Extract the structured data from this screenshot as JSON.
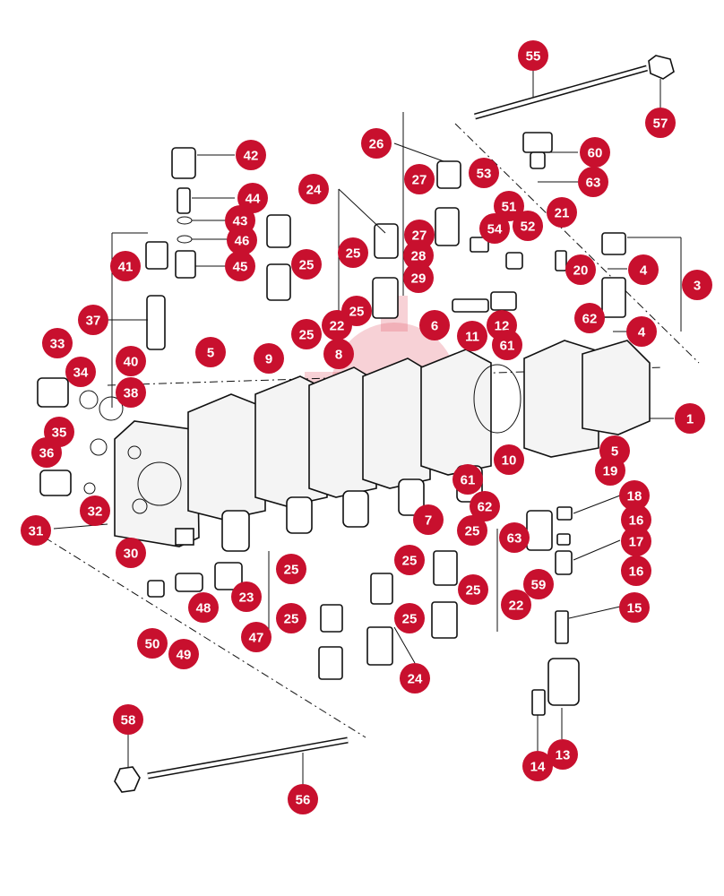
{
  "badge_color": "#c8102e",
  "callouts": [
    {
      "id": "55",
      "label": "55"
    },
    {
      "id": "57",
      "label": "57"
    },
    {
      "id": "60",
      "label": "60"
    },
    {
      "id": "63a",
      "label": "63"
    },
    {
      "id": "26",
      "label": "26"
    },
    {
      "id": "42",
      "label": "42"
    },
    {
      "id": "27a",
      "label": "27"
    },
    {
      "id": "53",
      "label": "53"
    },
    {
      "id": "24a",
      "label": "24"
    },
    {
      "id": "44",
      "label": "44"
    },
    {
      "id": "51",
      "label": "51"
    },
    {
      "id": "21",
      "label": "21"
    },
    {
      "id": "43",
      "label": "43"
    },
    {
      "id": "54",
      "label": "54"
    },
    {
      "id": "52",
      "label": "52"
    },
    {
      "id": "27b",
      "label": "27"
    },
    {
      "id": "46",
      "label": "46"
    },
    {
      "id": "25a",
      "label": "25"
    },
    {
      "id": "28",
      "label": "28"
    },
    {
      "id": "41",
      "label": "41"
    },
    {
      "id": "45",
      "label": "45"
    },
    {
      "id": "25b",
      "label": "25"
    },
    {
      "id": "20",
      "label": "20"
    },
    {
      "id": "4a",
      "label": "4"
    },
    {
      "id": "3",
      "label": "3"
    },
    {
      "id": "29",
      "label": "29"
    },
    {
      "id": "25c",
      "label": "25"
    },
    {
      "id": "22a",
      "label": "22"
    },
    {
      "id": "12",
      "label": "12"
    },
    {
      "id": "62a",
      "label": "62"
    },
    {
      "id": "37",
      "label": "37"
    },
    {
      "id": "25d",
      "label": "25"
    },
    {
      "id": "6",
      "label": "6"
    },
    {
      "id": "11",
      "label": "11"
    },
    {
      "id": "4b",
      "label": "4"
    },
    {
      "id": "33",
      "label": "33"
    },
    {
      "id": "61a",
      "label": "61"
    },
    {
      "id": "5a",
      "label": "5"
    },
    {
      "id": "8",
      "label": "8"
    },
    {
      "id": "9",
      "label": "9"
    },
    {
      "id": "40",
      "label": "40"
    },
    {
      "id": "34",
      "label": "34"
    },
    {
      "id": "38",
      "label": "38"
    },
    {
      "id": "1",
      "label": "1"
    },
    {
      "id": "35",
      "label": "35"
    },
    {
      "id": "5b",
      "label": "5"
    },
    {
      "id": "36",
      "label": "36"
    },
    {
      "id": "10",
      "label": "10"
    },
    {
      "id": "19",
      "label": "19"
    },
    {
      "id": "61b",
      "label": "61"
    },
    {
      "id": "18",
      "label": "18"
    },
    {
      "id": "62b",
      "label": "62"
    },
    {
      "id": "32",
      "label": "32"
    },
    {
      "id": "16a",
      "label": "16"
    },
    {
      "id": "7",
      "label": "7"
    },
    {
      "id": "25e",
      "label": "25"
    },
    {
      "id": "31",
      "label": "31"
    },
    {
      "id": "63b",
      "label": "63"
    },
    {
      "id": "17",
      "label": "17"
    },
    {
      "id": "30",
      "label": "30"
    },
    {
      "id": "25f",
      "label": "25"
    },
    {
      "id": "16b",
      "label": "16"
    },
    {
      "id": "25g",
      "label": "25"
    },
    {
      "id": "25h",
      "label": "25"
    },
    {
      "id": "59",
      "label": "59"
    },
    {
      "id": "23",
      "label": "23"
    },
    {
      "id": "22b",
      "label": "22"
    },
    {
      "id": "15",
      "label": "15"
    },
    {
      "id": "48",
      "label": "48"
    },
    {
      "id": "25i",
      "label": "25"
    },
    {
      "id": "25j",
      "label": "25"
    },
    {
      "id": "47",
      "label": "47"
    },
    {
      "id": "50",
      "label": "50"
    },
    {
      "id": "49",
      "label": "49"
    },
    {
      "id": "24b",
      "label": "24"
    },
    {
      "id": "58",
      "label": "58"
    },
    {
      "id": "13",
      "label": "13"
    },
    {
      "id": "14",
      "label": "14"
    },
    {
      "id": "56",
      "label": "56"
    }
  ]
}
